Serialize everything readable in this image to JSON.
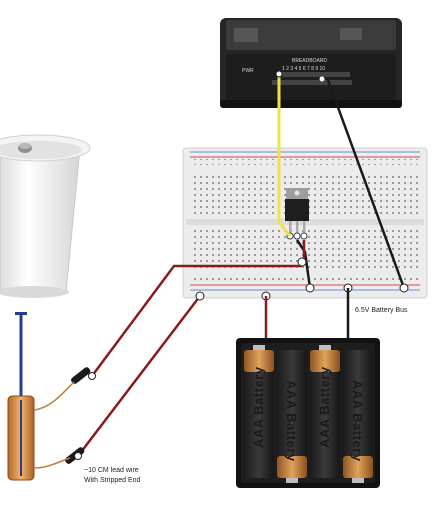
{
  "colors": {
    "wire_red": "#8b1a1a",
    "wire_black": "#1a1a1a",
    "wire_yellow": "#f2e24a",
    "breadboard": "#e9e9e9",
    "battery_copper": "#c47f3a",
    "device_body": "#2b2b2b"
  },
  "device": {
    "label_top": "BREADBOARD",
    "label_pwr": "PWR",
    "pin_numbers": "1 2 3 4 5 6 7 8 9 10"
  },
  "labels": {
    "battery_bus": "6.5V Battery Bus",
    "lead_wire_line1": "~10 CM  lead wire",
    "lead_wire_line2": "With Stripped End"
  },
  "batteries": {
    "cells": [
      {
        "label": "AAA Battery",
        "orientation": "up"
      },
      {
        "label": "AAA Battery",
        "orientation": "down"
      },
      {
        "label": "AAA Battery",
        "orientation": "up"
      },
      {
        "label": "AAA Battery",
        "orientation": "down"
      }
    ]
  },
  "icons": {
    "cup": "foam-cup-icon",
    "probe": "thermometer-probe-icon",
    "regulator": "voltage-regulator-icon"
  }
}
